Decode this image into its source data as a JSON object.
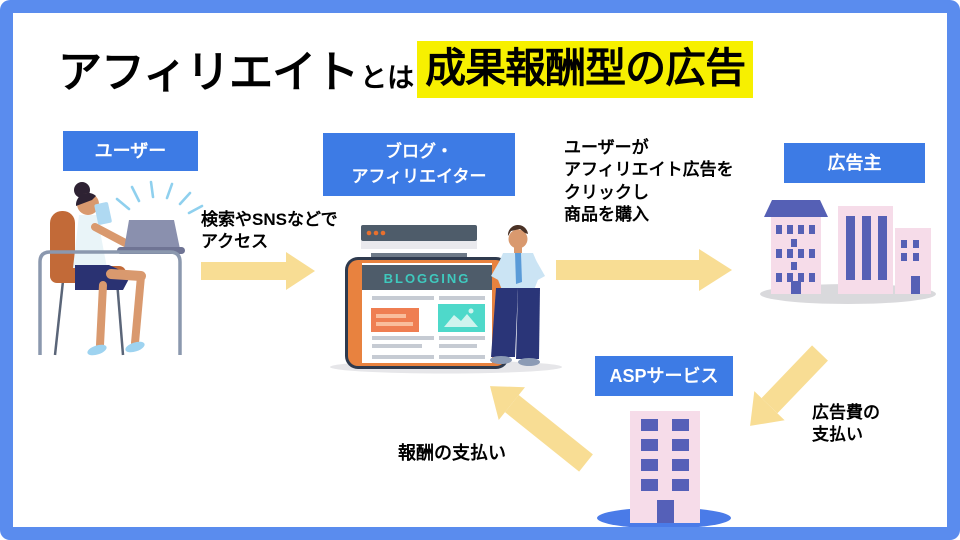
{
  "title": {
    "main": "アフィリエイト",
    "connector": "とは",
    "highlight": "成果報酬型の広告"
  },
  "nodes": {
    "user": {
      "label": "ユーザー"
    },
    "blogger": {
      "label": "ブログ・\nアフィリエイター"
    },
    "advertiser": {
      "label": "広告主"
    },
    "asp": {
      "label": "ASPサービス"
    }
  },
  "flows": {
    "access": {
      "label": "検索やSNSなどで\nアクセス"
    },
    "purchase": {
      "label": "ユーザーが\nアフィリエイト広告を\nクリックし\n商品を購入"
    },
    "ad_fee": {
      "label": "広告費の\n支払い"
    },
    "reward": {
      "label": "報酬の支払い"
    }
  },
  "illustrations": {
    "blog_site_title": "BLOGGING",
    "user_scene": "woman-browsing-at-desk",
    "blogger_scene": "blog-website-with-blogger",
    "advertiser_scene": "office-buildings",
    "asp_scene": "asp-office-building"
  },
  "colors": {
    "frame_blue": "#5A8CEE",
    "node_blue": "#3D7BE5",
    "highlight_yellow": "#F7F000",
    "arrow_yellow": "#F8DD94",
    "text_black": "#000000",
    "building_pink": "#F6DCE9",
    "building_purple": "#5560B5",
    "asp_shadow_blue": "#4A7BE8"
  }
}
